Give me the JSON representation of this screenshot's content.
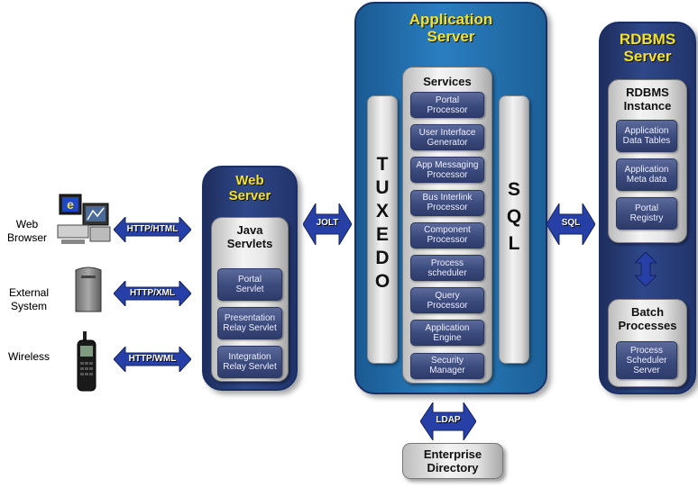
{
  "clients": {
    "web_browser": "Web\nBrowser",
    "external_system": "External\nSystem",
    "wireless": "Wireless"
  },
  "arrows": {
    "http_html": "HTTP/HTML",
    "http_xml": "HTTP/XML",
    "http_wml": "HTTP/WML",
    "jolt": "JOLT",
    "sql": "SQL",
    "ldap": "LDAP"
  },
  "web_server": {
    "title": "Web\nServer",
    "panel_title": "Java\nServlets",
    "items": [
      "Portal\nServlet",
      "Presentation\nRelay Servlet",
      "Integration\nRelay Servlet"
    ]
  },
  "app_server": {
    "title": "Application\nServer",
    "services_title": "Services",
    "services": [
      "Portal\nProcessor",
      "User Interface\nGenerator",
      "App Messaging\nProcessor",
      "Bus Interlink\nProcessor",
      "Component\nProcessor",
      "Process\nscheduler",
      "Query\nProcessor",
      "Application\nEngine",
      "Security\nManager"
    ],
    "left_pillar": [
      "T",
      "U",
      "X",
      "E",
      "D",
      "O"
    ],
    "right_pillar": [
      "S",
      "Q",
      "L"
    ]
  },
  "rdbms_server": {
    "title": "RDBMS\nServer",
    "instance_title": "RDBMS\nInstance",
    "instance_items": [
      "Application\nData Tables",
      "Application\nMeta data",
      "Portal\nRegistry"
    ],
    "batch_title": "Batch\nProcesses",
    "batch_items": [
      "Process\nScheduler\nServer"
    ]
  },
  "directory": "Enterprise\nDirectory",
  "colors": {
    "title_yellow": "#f5e12a",
    "app_server_blue": "#2a7ec0",
    "server_navy": "#2f4889",
    "arrow_blue": "#2640a8"
  }
}
